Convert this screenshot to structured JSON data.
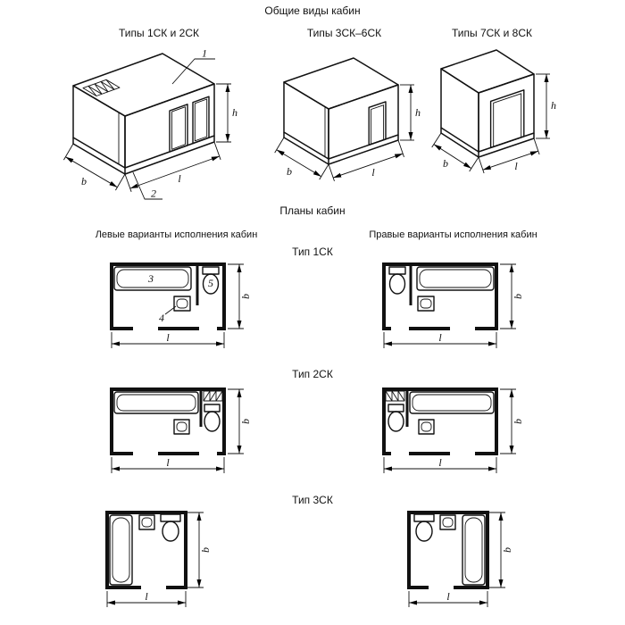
{
  "titles": {
    "main": "Общие виды кабин",
    "plans_section": "Планы кабин",
    "left_variants": "Левые варианты исполнения кабин",
    "right_variants": "Правые варианты исполнения кабин"
  },
  "general_views": [
    {
      "label": "Типы 1СК и 2СК"
    },
    {
      "label": "Типы 3СК–6СК"
    },
    {
      "label": "Типы 7СК и 8СК"
    }
  ],
  "plan_rows": [
    {
      "label": "Тип 1СК"
    },
    {
      "label": "Тип 2СК"
    },
    {
      "label": "Тип 3СК"
    }
  ],
  "dims": {
    "height": "h",
    "depth": "b",
    "length": "l"
  },
  "callouts": {
    "cabin": "1",
    "base": "2",
    "bathtub": "3",
    "washbasin": "4",
    "toilet": "5"
  },
  "style": {
    "ink": "#111111",
    "background": "#ffffff"
  }
}
